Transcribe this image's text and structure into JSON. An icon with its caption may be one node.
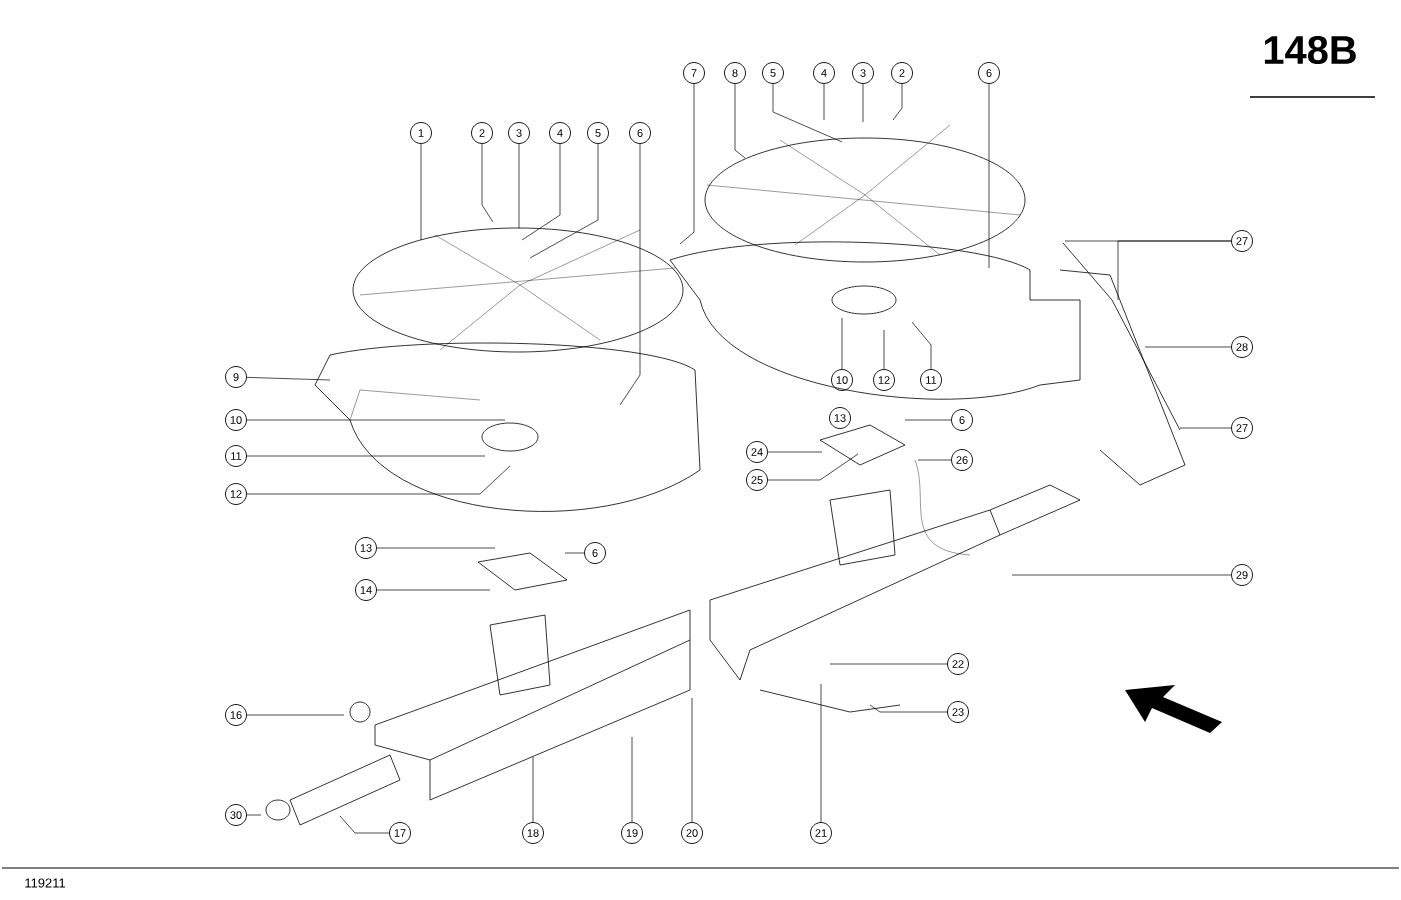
{
  "diagram": {
    "nodes": [
      {
        "text": [
          "1"
        ]
      },
      {
        "text": [
          "2"
        ]
      },
      {
        "text": [
          "3"
        ]
      },
      {
        "text": [
          "4"
        ]
      },
      {
        "text": [
          "5"
        ]
      },
      {
        "text": [
          "6"
        ]
      },
      {
        "text": [
          "7"
        ]
      },
      {
        "text": [
          "8"
        ]
      },
      {
        "text": [
          "5"
        ]
      },
      {
        "text": [
          "4"
        ]
      },
      {
        "text": [
          "3"
        ]
      },
      {
        "text": [
          "2"
        ]
      },
      {
        "text": [
          "6"
        ]
      },
      {
        "text": [
          "27"
        ]
      },
      {
        "text": [
          "28"
        ]
      },
      {
        "text": [
          "9"
        ]
      },
      {
        "text": [
          "10"
        ]
      },
      {
        "text": [
          "12"
        ]
      },
      {
        "text": [
          "11"
        ]
      },
      {
        "text": [
          "10"
        ]
      },
      {
        "text": [
          "13"
        ]
      },
      {
        "text": [
          "6"
        ]
      },
      {
        "text": [
          "27"
        ]
      },
      {
        "text": [
          "11"
        ]
      },
      {
        "text": [
          "24"
        ]
      },
      {
        "text": [
          "26"
        ]
      },
      {
        "text": [
          "12"
        ]
      },
      {
        "text": [
          "25"
        ]
      },
      {
        "text": [
          "13"
        ]
      },
      {
        "text": [
          "6"
        ]
      },
      {
        "text": [
          "14"
        ]
      },
      {
        "text": [
          "29"
        ]
      },
      {
        "text": [
          "22"
        ]
      },
      {
        "text": [
          "16"
        ]
      },
      {
        "text": [
          "23"
        ]
      },
      {
        "text": [
          "30"
        ]
      },
      {
        "text": [
          "17"
        ]
      },
      {
        "text": [
          "18"
        ]
      },
      {
        "text": [
          "19"
        ]
      },
      {
        "text": [
          "20"
        ]
      },
      {
        "text": [
          "21"
        ]
      }
    ],
    "edges": [
      {
        "from": 0,
        "to": null,
        "arrow": "none"
      },
      {
        "from": 1,
        "to": null,
        "arrow": "none"
      },
      {
        "from": 2,
        "to": null,
        "arrow": "none"
      },
      {
        "from": 3,
        "to": null,
        "arrow": "none"
      },
      {
        "from": 4,
        "to": null,
        "arrow": "none"
      },
      {
        "from": 5,
        "to": null,
        "arrow": "none"
      },
      {
        "from": 6,
        "to": null,
        "arrow": "none"
      },
      {
        "from": 7,
        "to": null,
        "arrow": "none"
      },
      {
        "from": 8,
        "to": null,
        "arrow": "none"
      },
      {
        "from": 9,
        "to": null,
        "arrow": "none"
      },
      {
        "from": 10,
        "to": null,
        "arrow": "none"
      },
      {
        "from": 11,
        "to": null,
        "arrow": "none"
      },
      {
        "from": 12,
        "to": null,
        "arrow": "none"
      },
      {
        "from": 13,
        "to": null,
        "arrow": "none"
      },
      {
        "from": 13,
        "to": null,
        "arrow": "none"
      },
      {
        "from": 14,
        "to": null,
        "arrow": "none"
      },
      {
        "from": 15,
        "to": null,
        "arrow": "none"
      },
      {
        "from": 16,
        "to": null,
        "arrow": "none"
      },
      {
        "from": 17,
        "to": null,
        "arrow": "none"
      },
      {
        "from": 18,
        "to": null,
        "arrow": "none"
      },
      {
        "from": 19,
        "to": null,
        "arrow": "none"
      },
      {
        "from": 21,
        "to": null,
        "arrow": "none"
      },
      {
        "from": 22,
        "to": null,
        "arrow": "none"
      },
      {
        "from": 23,
        "to": null,
        "arrow": "none"
      },
      {
        "from": 24,
        "to": null,
        "arrow": "none"
      },
      {
        "from": 25,
        "to": null,
        "arrow": "none"
      },
      {
        "from": 26,
        "to": null,
        "arrow": "none"
      },
      {
        "from": 27,
        "to": null,
        "arrow": "none"
      },
      {
        "from": 28,
        "to": null,
        "arrow": "none"
      },
      {
        "from": 29,
        "to": null,
        "arrow": "none"
      },
      {
        "from": 30,
        "to": null,
        "arrow": "none"
      },
      {
        "from": 31,
        "to": null,
        "arrow": "none"
      },
      {
        "from": 32,
        "to": null,
        "arrow": "none"
      },
      {
        "from": 33,
        "to": null,
        "arrow": "none"
      },
      {
        "from": 34,
        "to": null,
        "arrow": "none"
      },
      {
        "from": 35,
        "to": null,
        "arrow": "none"
      },
      {
        "from": 36,
        "to": null,
        "arrow": "none"
      },
      {
        "from": 37,
        "to": null,
        "arrow": "none"
      },
      {
        "from": 38,
        "to": null,
        "arrow": "none"
      },
      {
        "from": 39,
        "to": null,
        "arrow": "none"
      },
      {
        "from": 40,
        "to": null,
        "arrow": "none"
      }
    ],
    "labels": [
      "148B",
      "119211"
    ]
  }
}
